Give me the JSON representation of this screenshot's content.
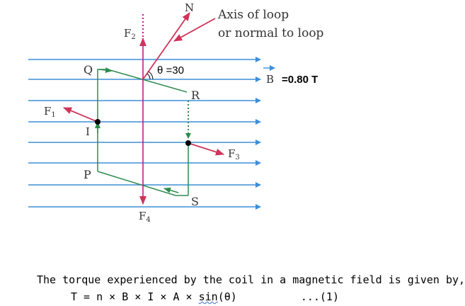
{
  "diagram": {
    "labels": {
      "north": "N",
      "axis_line1": "Axis of loop",
      "axis_line2": "or normal to loop",
      "f2": "F",
      "f2_sub": "2",
      "theta": "θ =30",
      "b_symbol": "B",
      "b_value": "=0.80 T",
      "q": "Q",
      "r": "R",
      "f1": "F",
      "f1_sub": "1",
      "i": "I",
      "f3": "F",
      "f3_sub": "3",
      "p": "P",
      "s": "S",
      "f4": "F",
      "f4_sub": "4"
    },
    "colors": {
      "field_lines": "#3d8fd8",
      "coil": "#2e8b4e",
      "axis": "#c21b8f",
      "arrow_red": "#d0335a",
      "dots": "#2e8b4e"
    }
  },
  "text": {
    "line1": "The torque experienced by the coil in a magnetic field is given by,",
    "line2_main": "T = n × B × I × A × ",
    "line2_sin": "sin",
    "line2_arg": "(θ)",
    "line2_ref": "...(1)"
  }
}
